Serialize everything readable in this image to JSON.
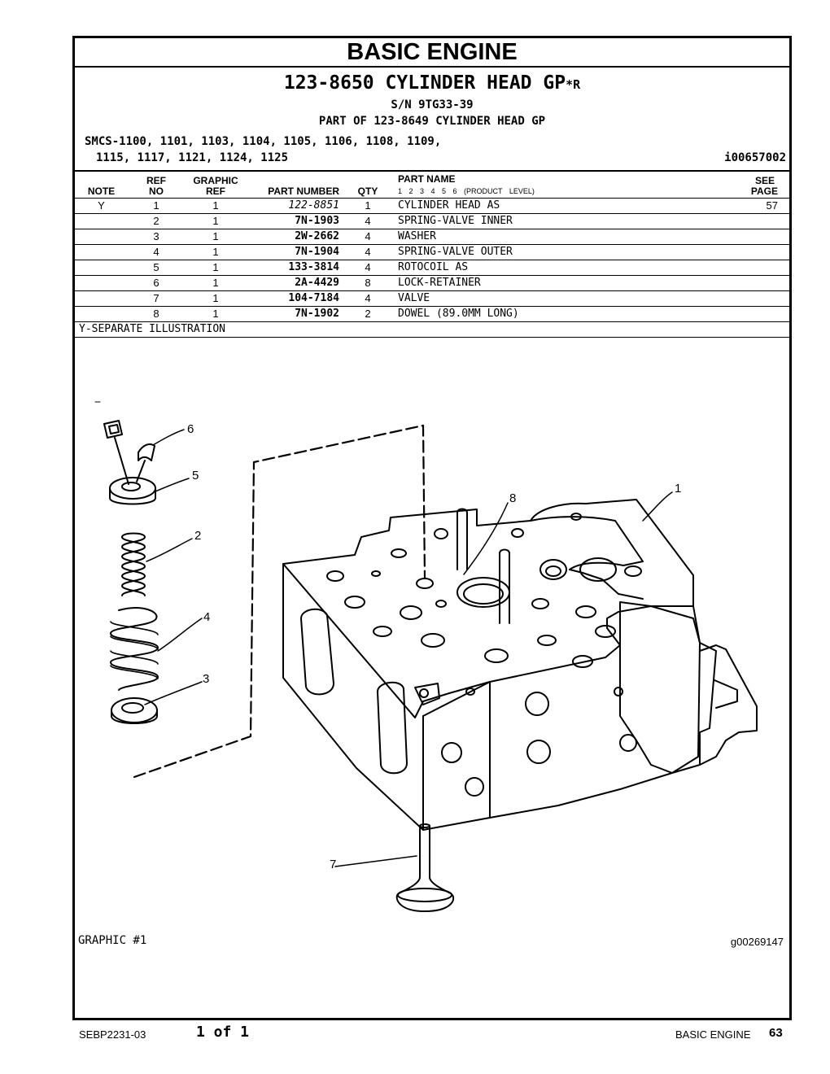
{
  "section": "BASIC ENGINE",
  "group": {
    "part_number": "123-8650",
    "name": "CYLINDER HEAD GP",
    "suffix": "*R",
    "serial": "S/N 9TG33-39",
    "part_of": "PART OF 123-8649 CYLINDER HEAD GP",
    "smcs_line1": "SMCS-1100, 1101, 1103, 1104, 1105, 1106, 1108, 1109,",
    "smcs_line2": "1115, 1117, 1121, 1124, 1125",
    "illustration_id": "i00657002"
  },
  "columns": {
    "note": "NOTE",
    "ref_top": "REF",
    "ref_bottom": "NO",
    "graphic_top": "GRAPHIC",
    "graphic_bottom": "REF",
    "part_number": "PART NUMBER",
    "qty": "QTY",
    "part_name": "PART NAME",
    "levels": "1 2 3 4 5 6 (PRODUCT LEVEL)",
    "see_top": "SEE",
    "see_bottom": "PAGE"
  },
  "rows": [
    {
      "note": "Y",
      "ref": "1",
      "graphic": "1",
      "part_number": "122-8851",
      "qty": "1",
      "name": "CYLINDER HEAD AS",
      "see": "57"
    },
    {
      "note": "",
      "ref": "2",
      "graphic": "1",
      "part_number": "7N-1903",
      "qty": "4",
      "name": "SPRING-VALVE INNER",
      "see": ""
    },
    {
      "note": "",
      "ref": "3",
      "graphic": "1",
      "part_number": "2W-2662",
      "qty": "4",
      "name": "WASHER",
      "see": ""
    },
    {
      "note": "",
      "ref": "4",
      "graphic": "1",
      "part_number": "7N-1904",
      "qty": "4",
      "name": "SPRING-VALVE OUTER",
      "see": ""
    },
    {
      "note": "",
      "ref": "5",
      "graphic": "1",
      "part_number": "133-3814",
      "qty": "4",
      "name": "ROTOCOIL AS",
      "see": ""
    },
    {
      "note": "",
      "ref": "6",
      "graphic": "1",
      "part_number": "2A-4429",
      "qty": "8",
      "name": "LOCK-RETAINER",
      "see": ""
    },
    {
      "note": "",
      "ref": "7",
      "graphic": "1",
      "part_number": "104-7184",
      "qty": "4",
      "name": "VALVE",
      "see": ""
    },
    {
      "note": "",
      "ref": "8",
      "graphic": "1",
      "part_number": "7N-1902",
      "qty": "2",
      "name": "DOWEL (89.0MM LONG)",
      "see": ""
    }
  ],
  "footnote": "Y-SEPARATE ILLUSTRATION",
  "callouts": [
    "1",
    "2",
    "3",
    "4",
    "5",
    "6",
    "7",
    "8"
  ],
  "graphic_label": "GRAPHIC #1",
  "graphic_id": "g00269147",
  "footer": {
    "doc": "SEBP2231-03",
    "pages": "1 of 1",
    "section": "BASIC ENGINE",
    "page": "63"
  }
}
